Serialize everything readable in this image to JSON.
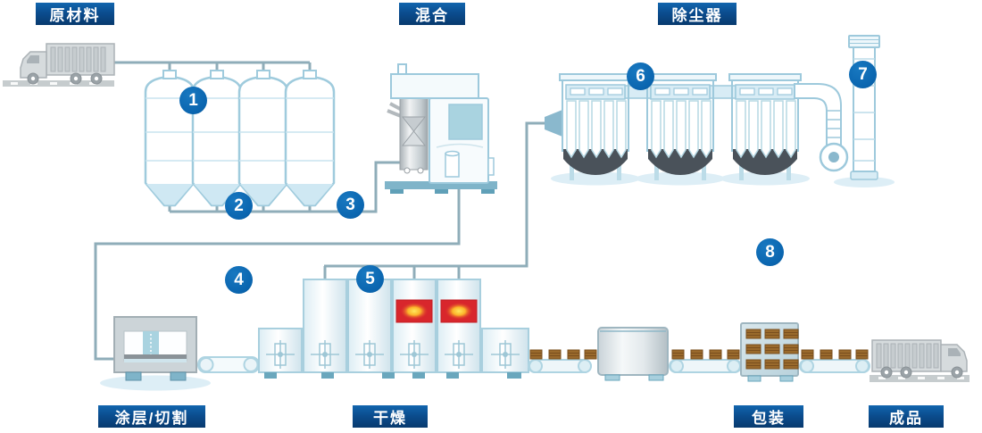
{
  "labels": {
    "raw_material": "原材料",
    "mixing": "混合",
    "dust_collector": "除尘器",
    "coating_cutting": "涂层/切割",
    "drying": "干燥",
    "packaging": "包装",
    "finished_product": "成品"
  },
  "steps": [
    {
      "number": "1",
      "area": "raw-material-silos"
    },
    {
      "number": "2",
      "area": "silo-discharge"
    },
    {
      "number": "3",
      "area": "mixer-feed"
    },
    {
      "number": "4",
      "area": "coating-cutting"
    },
    {
      "number": "5",
      "area": "drying-ovens"
    },
    {
      "number": "6",
      "area": "dust-collector"
    },
    {
      "number": "7",
      "area": "exhaust-stack"
    },
    {
      "number": "8",
      "area": "packaging-line"
    }
  ],
  "icons": {
    "raw_material_truck": "truck-icon",
    "storage_silos": "silo-icon",
    "mixer": "mixer-machine-icon",
    "dust_collector": "baghouse-filter-icon",
    "exhaust_fan": "fan-icon",
    "exhaust_stack": "chimney-icon",
    "coating_machine": "coating-cutting-machine-icon",
    "drying_ovens": "oven-icon",
    "conveyor": "conveyor-belt-icon",
    "packaging_machine": "packaging-machine-icon",
    "finished_truck": "truck-icon"
  },
  "colors": {
    "label_bg": "#0b4d8f",
    "step_badge_blue": "#0a65af",
    "pipe_gray_teal": "#8fadb9",
    "equipment_outline": "#9dc9dc",
    "equipment_fill_light": "#eaf5fa",
    "silo_cone_fill": "#cfe8f3",
    "hopper_dark": "#4a525a",
    "heater_red": "#d8262c",
    "heater_glow_yellow": "#ffe14a",
    "package_brown": "#9a6a2c",
    "truck_gray": "#d6dbdd",
    "shadow_blue": "#ddeef6"
  }
}
